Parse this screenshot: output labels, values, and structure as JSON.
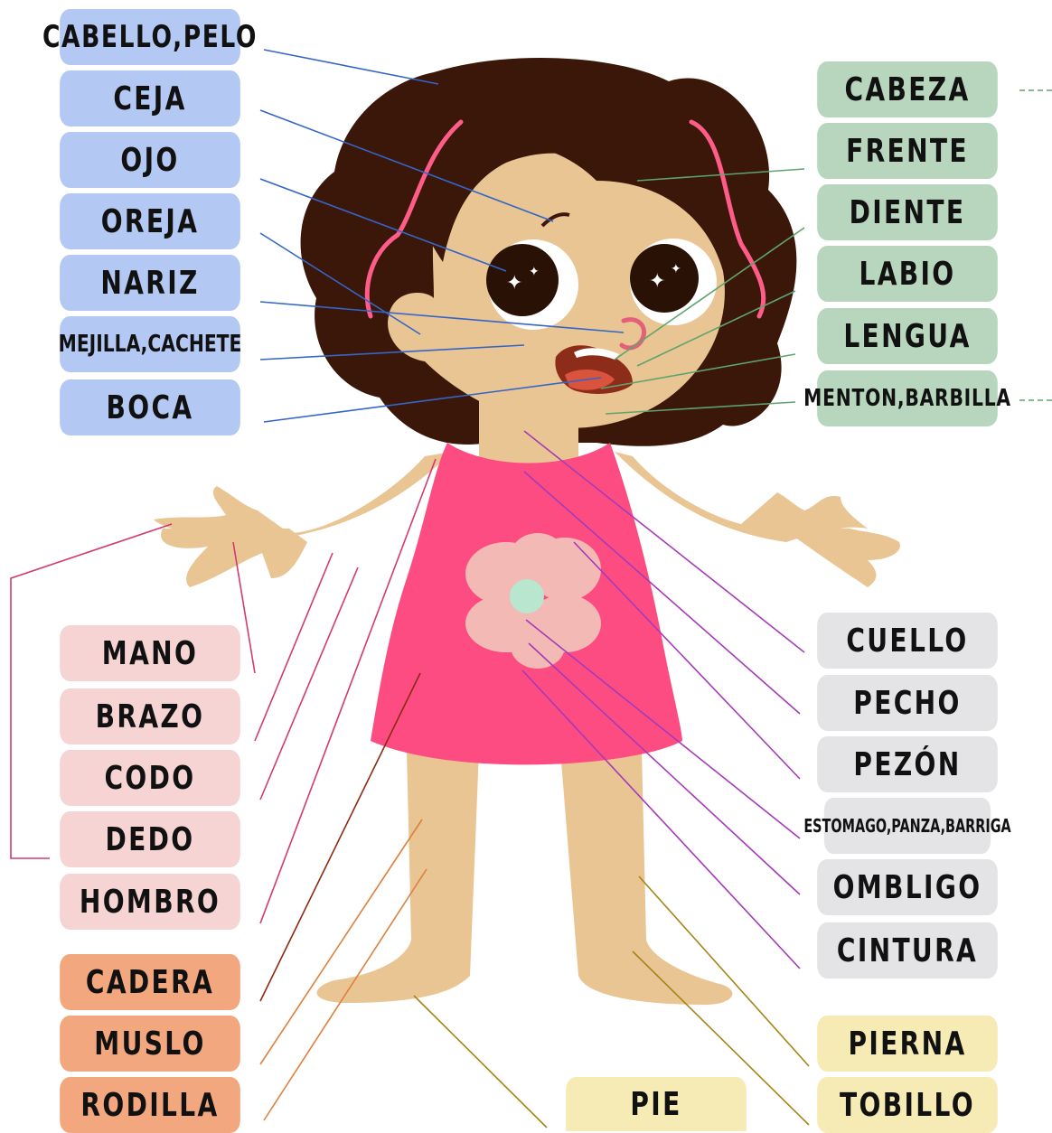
{
  "labels": {
    "cabello": "CABELLO,PELO",
    "ceja": "CEJA",
    "ojo": "OJO",
    "oreja": "OREJA",
    "nariz": "NARIZ",
    "mejilla": "MEJILLA,CACHETE",
    "boca": "BOCA",
    "cabeza": "CABEZA",
    "frente": "FRENTE",
    "diente": "DIENTE",
    "labio": "LABIO",
    "lengua": "LENGUA",
    "menton": "MENTON,BARBILLA",
    "mano": "MANO",
    "brazo": "BRAZO",
    "codo": "CODO",
    "dedo": "DEDO",
    "hombro": "HOMBRO",
    "cuello": "CUELLO",
    "pecho": "PECHO",
    "pezon": "PEZÓN",
    "estomago": "ESTOMAGO,PANZA,BARRIGA",
    "ombligo": "OMBLIGO",
    "cintura": "CINTURA",
    "cadera": "CADERA",
    "muslo": "MUSLO",
    "rodilla": "RODILLA",
    "pierna": "PIERNA",
    "tobillo": "TOBILLO",
    "pie": "PIE"
  },
  "colors": {
    "face_labels": "#b3c8f3",
    "head_labels": "#b7d6bd",
    "arm_labels": "#f7d4d4",
    "torso_labels": "#e4e3e5",
    "hip_labels": "#f3a77f",
    "leg_labels": "#f6ebb4",
    "skin": "#e8c592",
    "hair": "#3a1708",
    "dress": "#fd4c82",
    "flower_petals": "#f3b9b5",
    "flower_center": "#b8e6cf"
  }
}
